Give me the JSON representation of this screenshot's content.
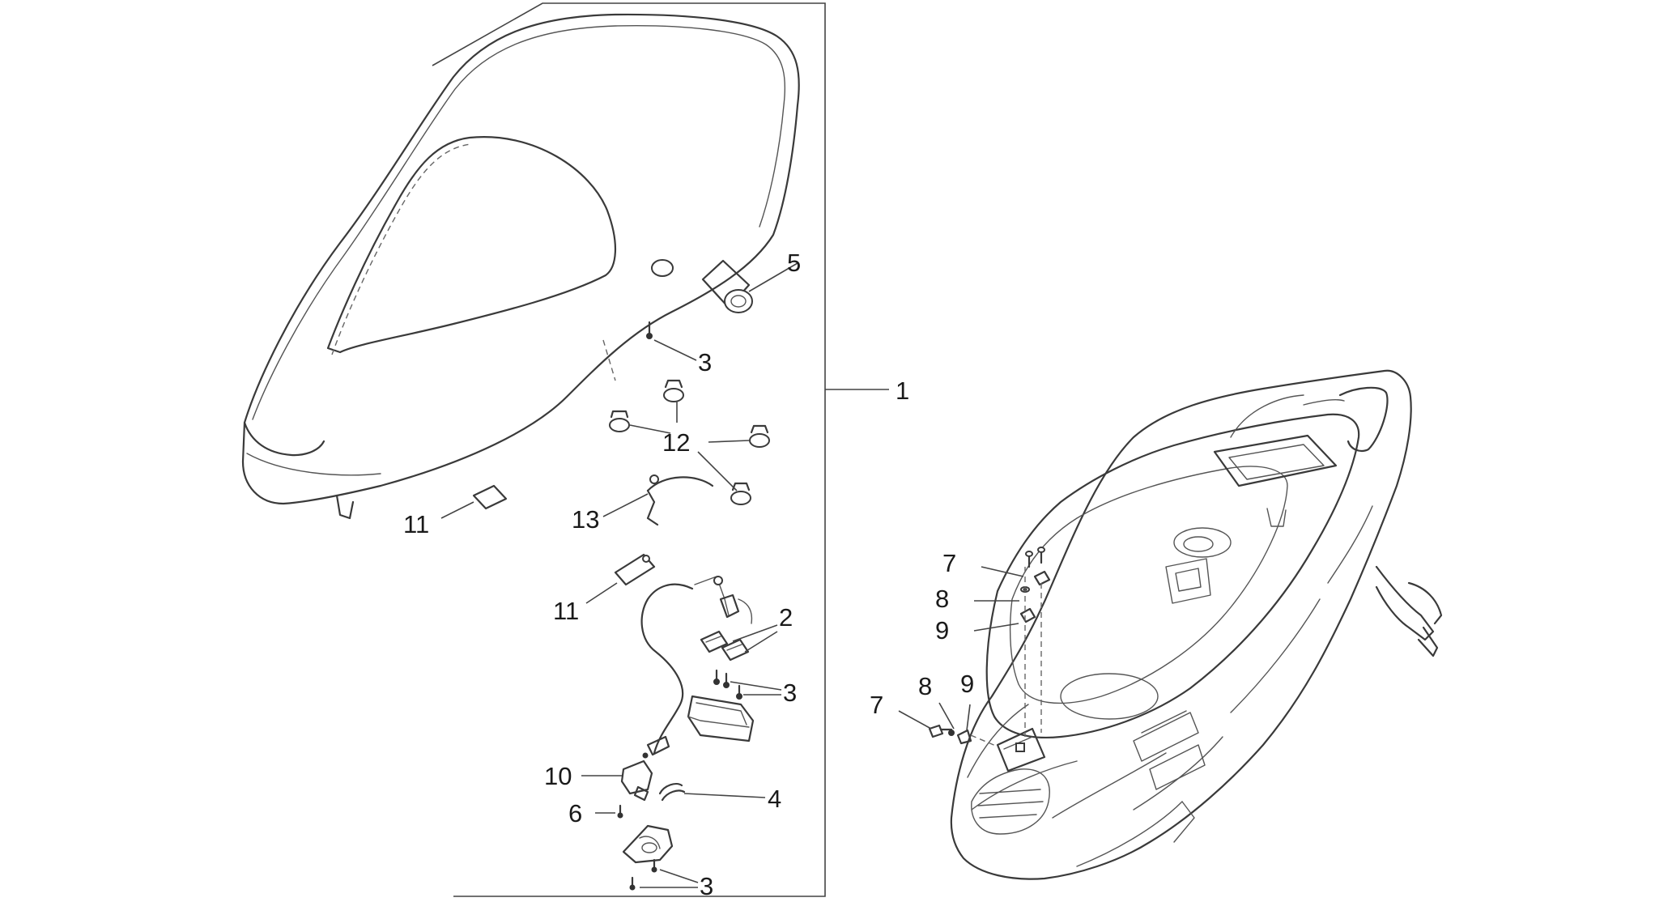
{
  "callouts": {
    "c1": "1",
    "c2": "2",
    "c3a": "3",
    "c3b": "3",
    "c3c": "3",
    "c4": "4",
    "c5": "5",
    "c6": "6",
    "c7a": "7",
    "c7b": "7",
    "c8a": "8",
    "c8b": "8",
    "c9a": "9",
    "c9b": "9",
    "c10": "10",
    "c11a": "11",
    "c11b": "11",
    "c12": "12",
    "c13": "13"
  }
}
